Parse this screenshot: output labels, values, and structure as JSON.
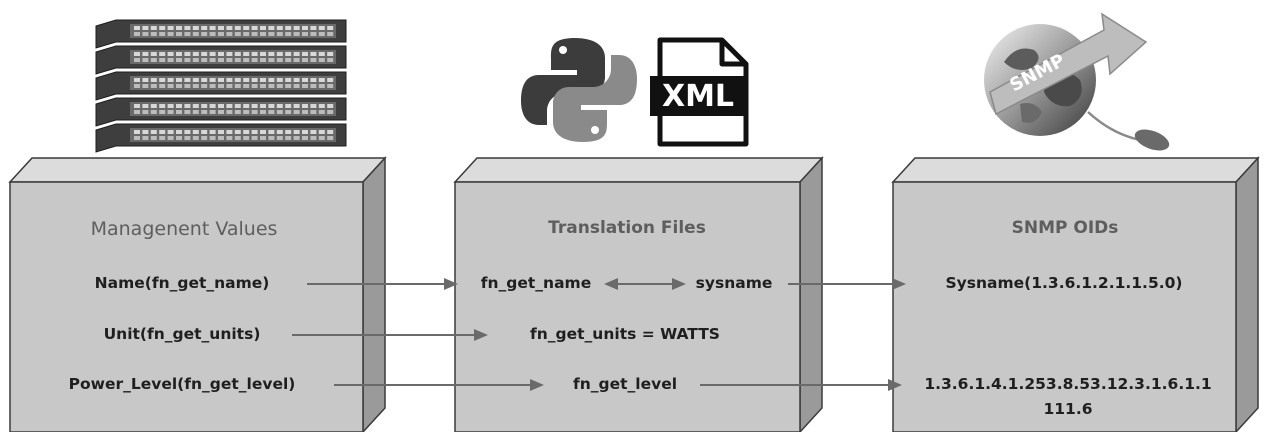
{
  "boxes": {
    "management": {
      "title": "Managenent Values",
      "rows": [
        "Name(fn_get_name)",
        "Unit(fn_get_units)",
        "Power_Level(fn_get_level)"
      ]
    },
    "translation": {
      "title": "Translation Files",
      "name_left": "fn_get_name",
      "name_right": "sysname",
      "units": "fn_get_units = WATTS",
      "level": "fn_get_level"
    },
    "snmp": {
      "title": "SNMP OIDs",
      "sysname": "Sysname(1.3.6.1.2.1.1.5.0)",
      "oid_line1": "1.3.6.1.4.1.253.8.53.12.3.1.6.1.1",
      "oid_line2": "111.6"
    }
  },
  "icons": {
    "xml_label": "XML",
    "snmp_label": "SNMP"
  },
  "colors": {
    "box_front": "#c8c8c8",
    "box_top": "#dcdcdc",
    "box_side": "#9a9a9a",
    "arrow": "#6a6a6a"
  }
}
